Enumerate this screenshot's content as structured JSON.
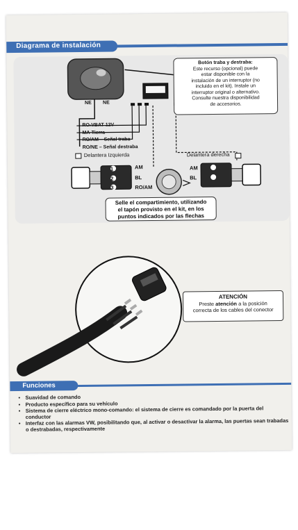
{
  "header": {
    "title": "Diagrama de instalación"
  },
  "boton_note": {
    "line1": "Botón traba y destraba:",
    "line2": "Este recurso (opcional) puede",
    "line3": "estar disponible con la",
    "line4": "instalación de un interruptor (no",
    "line5": "incluido en el kit). Instale un",
    "line6": "interruptor original o alternativo.",
    "line7": "Consulte nuestra disponibilidad",
    "line8": "de accesorios."
  },
  "switch_labels": {
    "ne_left": "NE",
    "ne_right": "NE"
  },
  "wires": [
    "RO-VBAT 12V",
    "MA-Tierra",
    "RO/AM – Señal traba",
    "RO/NE – Señal destraba"
  ],
  "sides": {
    "left": "Delantera Izquierda",
    "right": "Delantera derecha"
  },
  "left_terminals": [
    "AM",
    "BL",
    "RO/AM"
  ],
  "right_terminals": [
    "AM",
    "BL"
  ],
  "connector_numbers": [
    "1",
    "2",
    "3"
  ],
  "selle_note": {
    "line1": "Selle el compartimiento, utilizando",
    "line2": "el tapón provisto en el kit, en los",
    "line3": "puntos indicados por las flechas"
  },
  "atencion": {
    "title": "ATENCIÓN",
    "text_pre": "Preste ",
    "text_bold": "atención",
    "text_post": " a la posición",
    "line2": "correcta de los cables del conector"
  },
  "funciones": {
    "title": "Funciones",
    "items": [
      "Suavidad de comando",
      "Producto específico para su vehículo",
      "Sistema de cierre eléctrico mono-comando: el sistema de cierre es comandado por la puerta del conductor",
      "Interfaz con las alarmas VW, posibilitando que, al activar o desactivar la alarma, las puertas sean trabadas o destrabadas, respectivamente"
    ]
  },
  "colors": {
    "accent": "#3e6fb4",
    "paper": "#f1f0ec"
  }
}
